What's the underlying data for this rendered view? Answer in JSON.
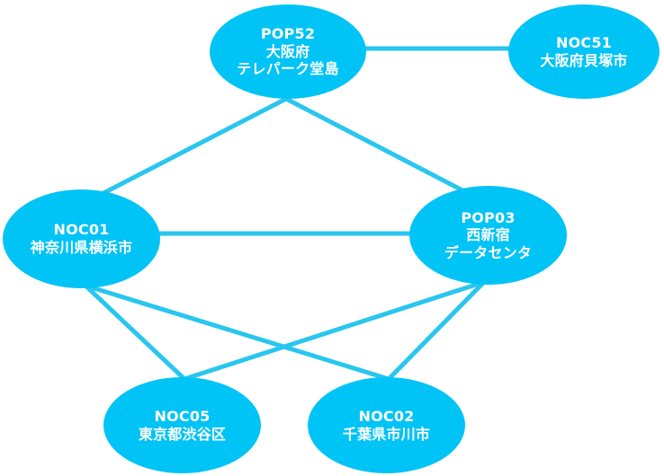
{
  "colors": {
    "node_fill": "#00c3f6",
    "link": "#29c6ef",
    "text": "#ffffff"
  },
  "nodes": {
    "pop52": {
      "lines": [
        "POP52",
        "大阪府",
        "テレパーク堂島"
      ]
    },
    "noc51": {
      "lines": [
        "NOC51",
        "大阪府貝塚市"
      ]
    },
    "noc01": {
      "lines": [
        "NOC01",
        "神奈川県横浜市"
      ]
    },
    "pop03": {
      "lines": [
        "POP03",
        "西新宿",
        "データセンタ"
      ]
    },
    "noc05": {
      "lines": [
        "NOC05",
        "東京都渋谷区"
      ]
    },
    "noc02": {
      "lines": [
        "NOC02",
        "千葉県市川市"
      ]
    }
  },
  "links": [
    {
      "from": "pop52",
      "to": "noc51"
    },
    {
      "from": "pop52",
      "to": "noc01"
    },
    {
      "from": "pop52",
      "to": "pop03"
    },
    {
      "from": "noc01",
      "to": "pop03"
    },
    {
      "from": "noc01",
      "to": "noc05"
    },
    {
      "from": "noc01",
      "to": "noc02"
    },
    {
      "from": "pop03",
      "to": "noc05"
    },
    {
      "from": "pop03",
      "to": "noc02"
    }
  ]
}
